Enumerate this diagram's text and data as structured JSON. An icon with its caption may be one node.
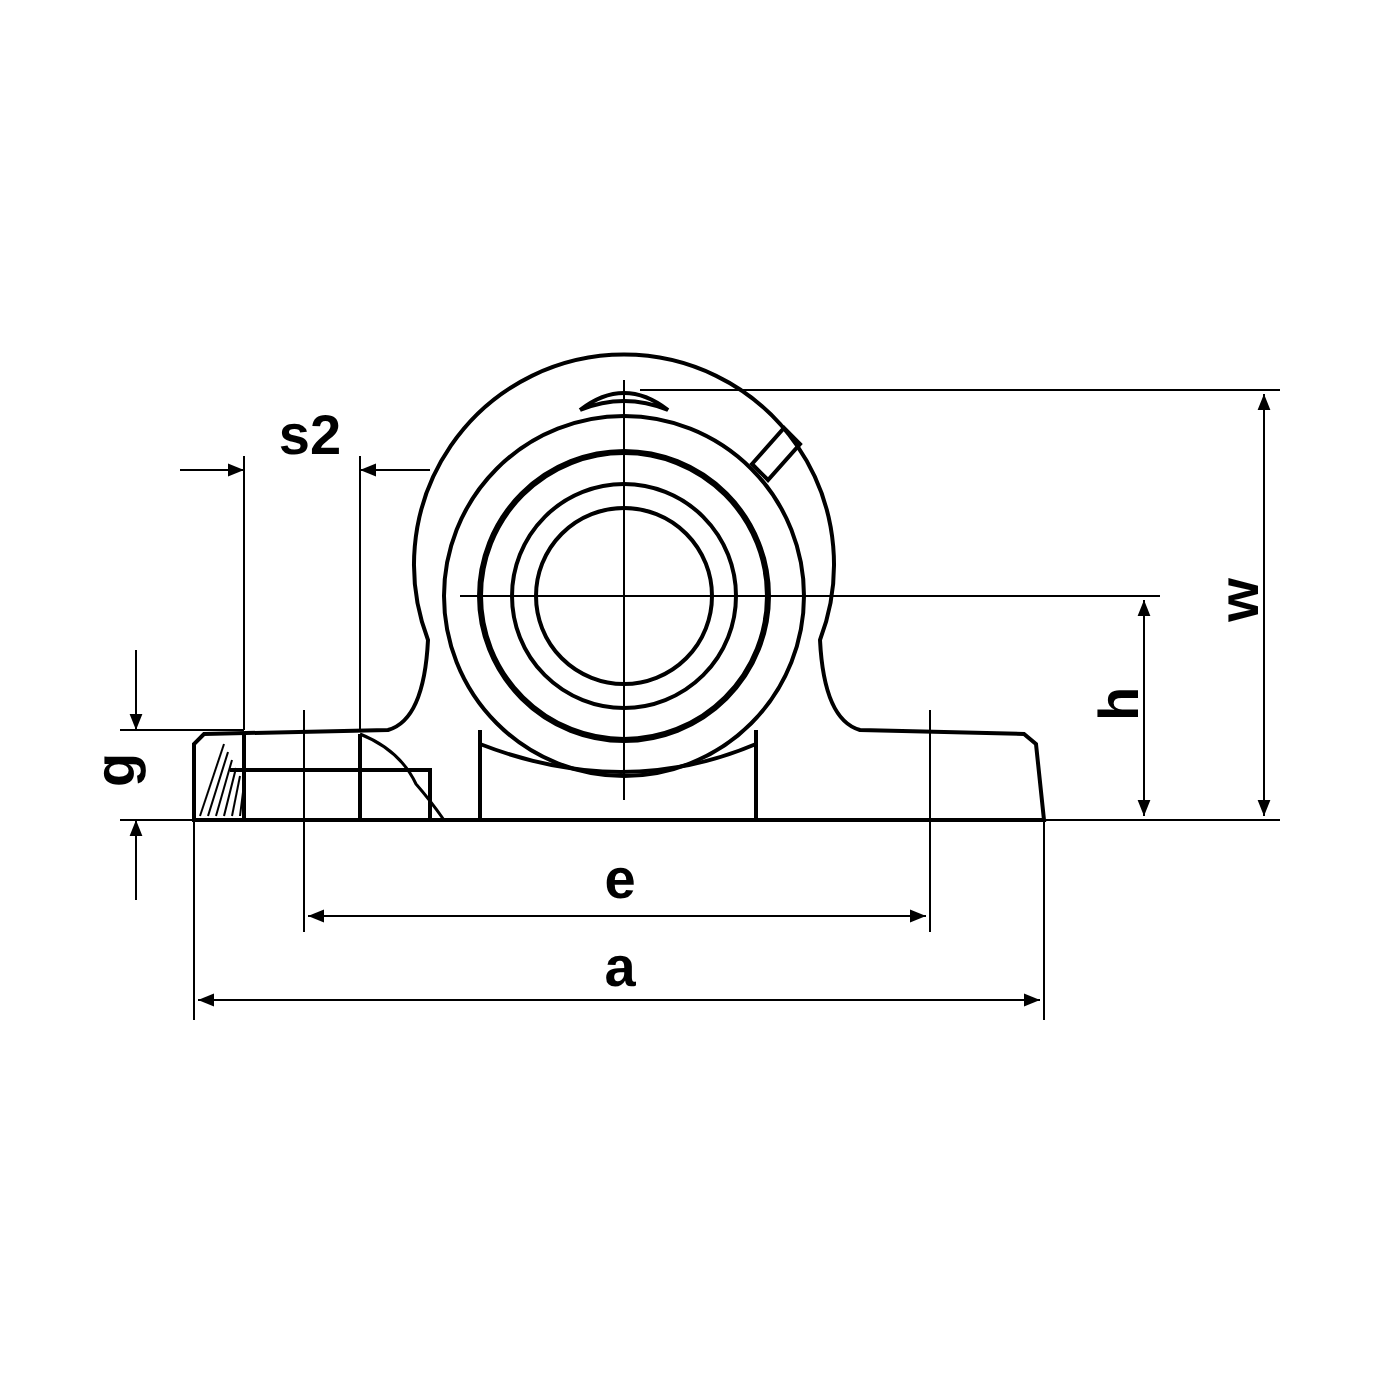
{
  "diagram": {
    "labels": [
      "s2",
      "w",
      "h",
      "g",
      "e",
      "a"
    ]
  }
}
